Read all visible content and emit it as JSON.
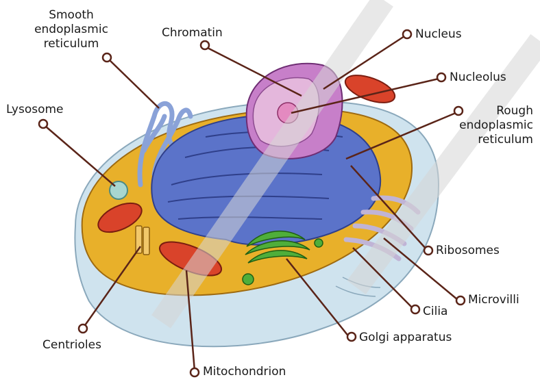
{
  "labels": {
    "smooth_er": [
      "Smooth",
      "endoplasmic",
      "reticulum"
    ],
    "chromatin": "Chromatin",
    "nucleus": "Nucleus",
    "nucleolus": "Nucleolus",
    "rough_er": [
      "Rough",
      "endoplasmic",
      "reticulum"
    ],
    "lysosome": "Lysosome",
    "ribosomes": "Ribosomes",
    "microvilli": "Microvilli",
    "cilia": "Cilia",
    "golgi": "Golgi apparatus",
    "centrioles": "Centrioles",
    "mitochondrion": "Mitochondrion"
  },
  "colors": {
    "cytoplasm": "#e8b02a",
    "membrane": "#cfe3ee",
    "er": "#5b73c9",
    "nucleus": "#c77fc9",
    "nucleolus": "#e48ac0",
    "mitochondrion": "#d9432a",
    "golgi": "#4fae3a",
    "lysosome": "#a8d6cf",
    "leader": "#5a2418",
    "watermark": "#d6d6d6"
  },
  "watermark_icon": "watermark-slash-icon"
}
